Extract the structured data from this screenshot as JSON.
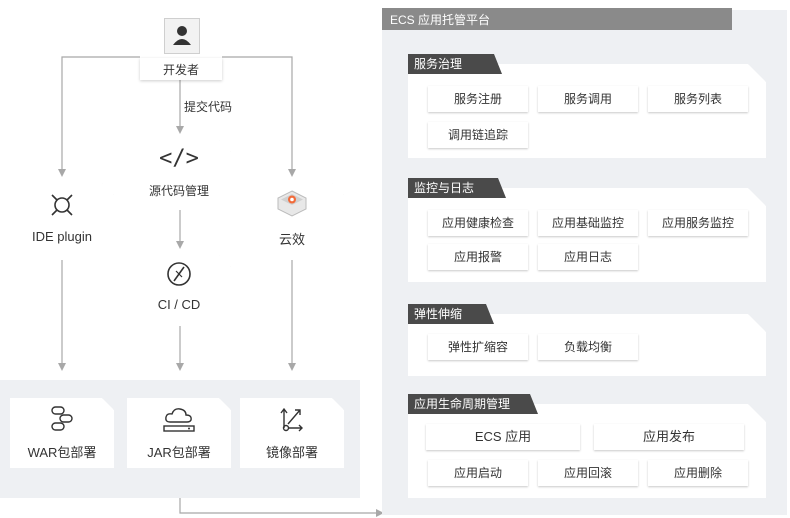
{
  "left": {
    "developer": "开发者",
    "submit_code": "提交代码",
    "source_mgmt": "源代码管理",
    "cicd": "CI / CD",
    "ide_plugin": "IDE plugin",
    "yunxiao": "云效",
    "war": "WAR包部署",
    "jar": "JAR包部署",
    "image": "镜像部署"
  },
  "right": {
    "platform_title": "ECS 应用托管平台",
    "sections": [
      {
        "title": "服务治理",
        "buttons": [
          "服务注册",
          "服务调用",
          "服务列表",
          "调用链追踪"
        ]
      },
      {
        "title": "监控与日志",
        "buttons": [
          "应用健康检查",
          "应用基础监控",
          "应用服务监控",
          "应用报警",
          "应用日志"
        ]
      },
      {
        "title": "弹性伸缩",
        "buttons": [
          "弹性扩缩容",
          "负载均衡"
        ]
      },
      {
        "title": "应用生命周期管理",
        "buttons": [
          "ECS 应用",
          "应用发布",
          "应用启动",
          "应用回滚",
          "应用删除"
        ]
      }
    ]
  },
  "colors": {
    "panel_bg": "#eef0f3",
    "title_dark": "#4a4a4a",
    "arrow": "#a8a8a8",
    "platform_bar": "#8a8a8a"
  }
}
